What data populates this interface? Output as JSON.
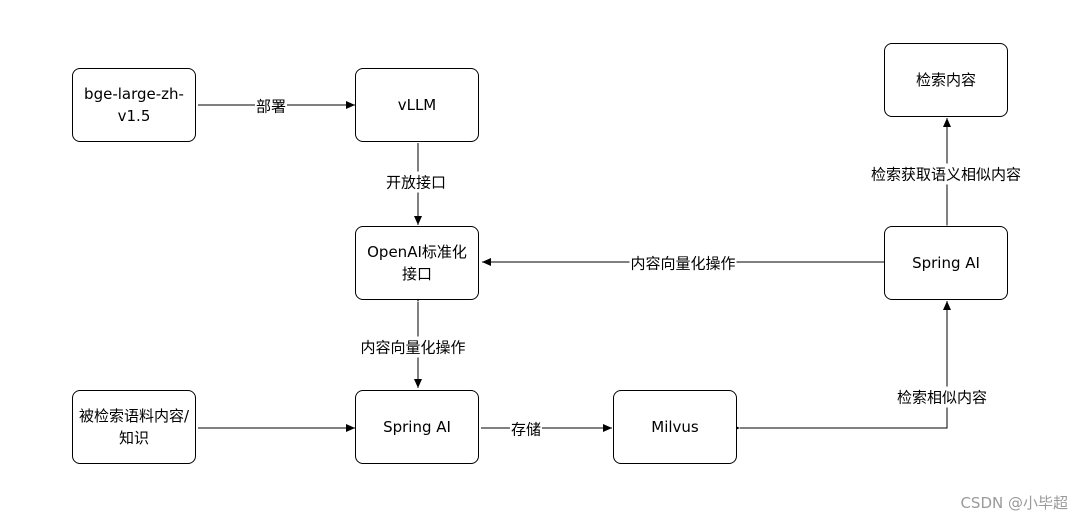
{
  "nodes": {
    "bge": "bge-large-zh-v1.5",
    "vllm": "vLLM",
    "openai_api": "OpenAI标准化接口",
    "spring_ai_left": "Spring AI",
    "corpus": "被检索语料内容/知识",
    "milvus": "Milvus",
    "spring_ai_right": "Spring AI",
    "retrieved": "检索内容"
  },
  "edges": {
    "deploy": "部署",
    "open_api": "开放接口",
    "vectorize_left": "内容向量化操作",
    "store": "存储",
    "vectorize_top": "内容向量化操作",
    "retrieve_similar": "检索相似内容",
    "retrieve_semantic": "检索获取语义相似内容"
  },
  "watermark": "CSDN @小毕超"
}
